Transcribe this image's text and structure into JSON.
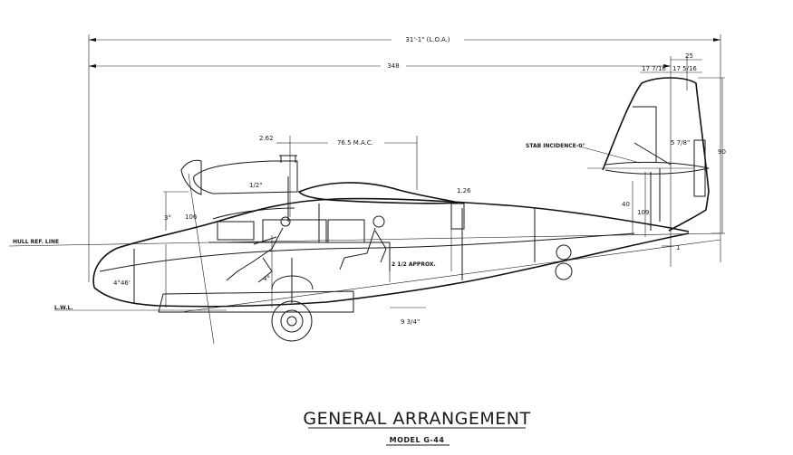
{
  "drawing": {
    "title": "GENERAL ARRANGEMENT",
    "subtitle": "MODEL G-44"
  },
  "dimensions": {
    "length_overall": "31'-1\" (L.O.A.)",
    "length_348": "348",
    "tail_25": "25",
    "tail_17a": "17 7/16",
    "tail_17b": "17 5/16",
    "mac_offset": "2.62",
    "mac": "76.5 M.A.C.",
    "prop_half": "1/2\"",
    "angle_3": "3°",
    "height_106": "106",
    "height_40": "40",
    "height_109": "109",
    "height_90": "90",
    "clearance_126": "1.26",
    "tail_5": "5 7/8\"",
    "nose_angle": "4°46'",
    "water_angle": "4°",
    "approx_note": "2 1/2 APPROX.",
    "step_95": "9 3/4\"",
    "tail_1": "1"
  },
  "labels": {
    "stab_incidence": "STAB INCIDENCE-0°",
    "hull_ref_line": "HULL REF. LINE",
    "lwl": "L.W.L."
  }
}
